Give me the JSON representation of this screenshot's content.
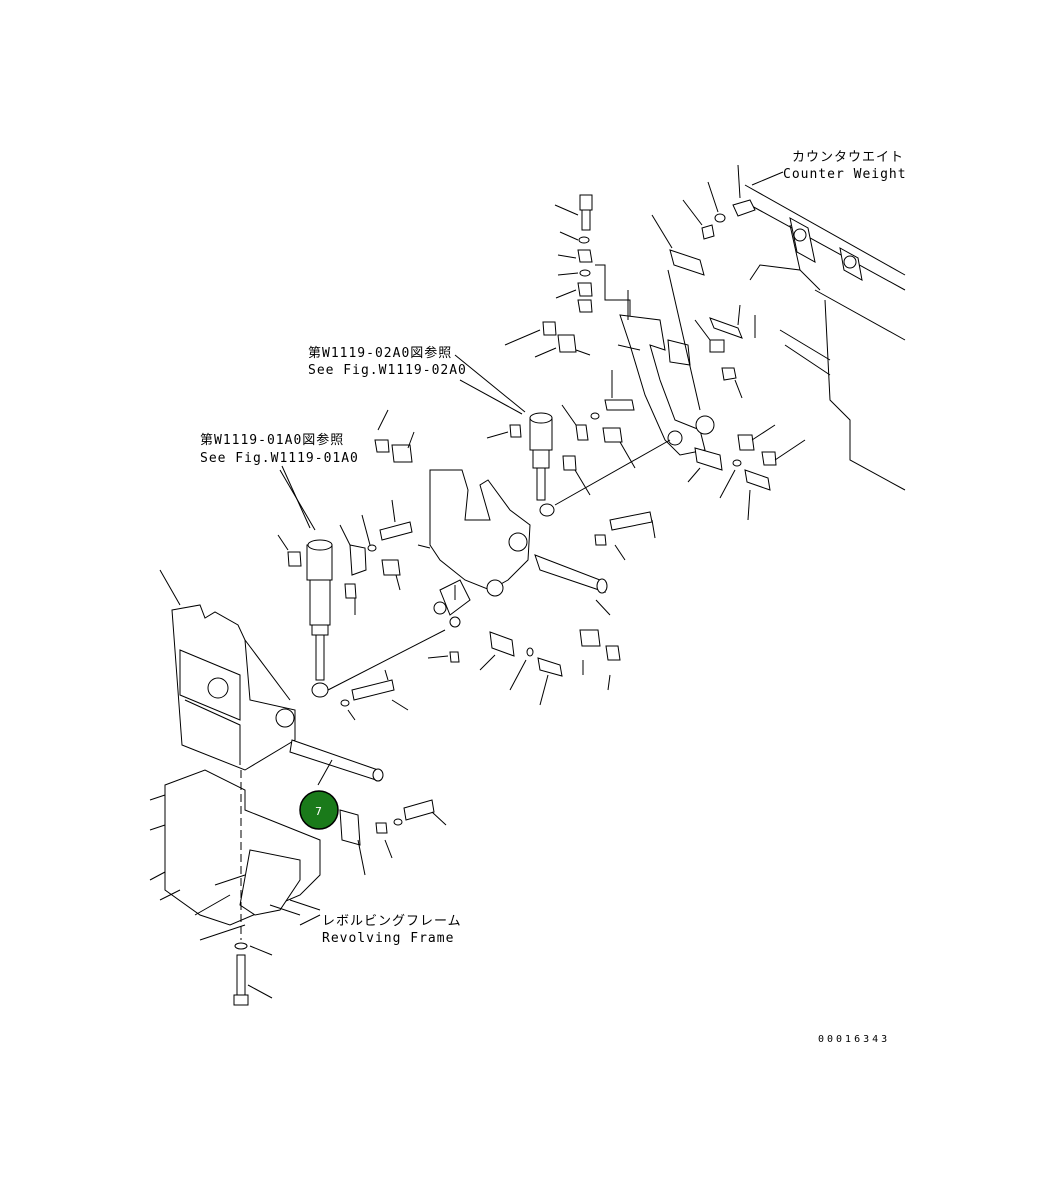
{
  "labels": {
    "counterweight_ja": "カウンタウエイト",
    "counterweight_en": "Counter Weight",
    "ref1_ja": "第W1119-02A0図参照",
    "ref1_en": "See Fig.W1119-02A0",
    "ref2_ja": "第W1119-01A0図参照",
    "ref2_en": "See Fig.W1119-01A0",
    "frame_ja": "レボルビングフレーム",
    "frame_en": "Revolving Frame"
  },
  "callout": {
    "number": "7",
    "color": "#1a7a1a"
  },
  "figure_number": "00016343"
}
